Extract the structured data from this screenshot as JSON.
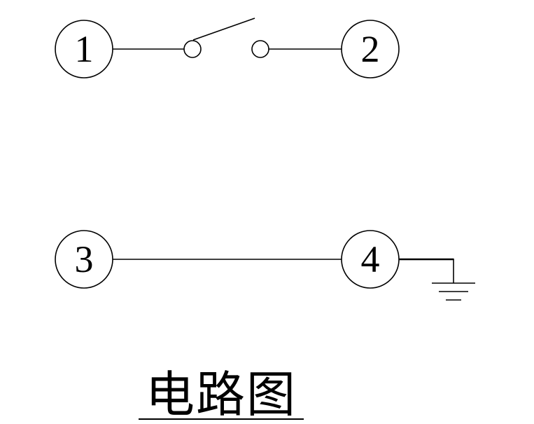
{
  "diagram": {
    "terminals": [
      {
        "id": "1",
        "label": "1"
      },
      {
        "id": "2",
        "label": "2"
      },
      {
        "id": "3",
        "label": "3"
      },
      {
        "id": "4",
        "label": "4"
      }
    ],
    "title": "电路图",
    "colors": {
      "line": "#000000",
      "background": "#ffffff"
    }
  }
}
